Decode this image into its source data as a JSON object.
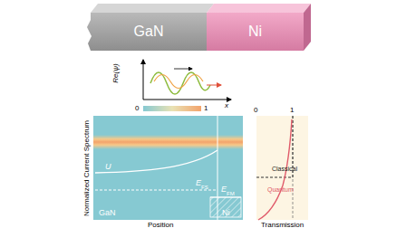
{
  "diagram": {
    "nodes": [
      {
        "text": [
          "GaN"
        ]
      },
      {
        "text": [
          "Ni"
        ]
      }
    ],
    "labels": [
      "Re(ψ)",
      "x",
      "0",
      "1",
      "Normalized Current Spectrum",
      "U",
      "E",
      "FS",
      "E",
      "FM",
      "GaN",
      "Ni",
      "Position",
      "0",
      "1",
      "Transmission",
      "Classical",
      "Quantum"
    ]
  }
}
